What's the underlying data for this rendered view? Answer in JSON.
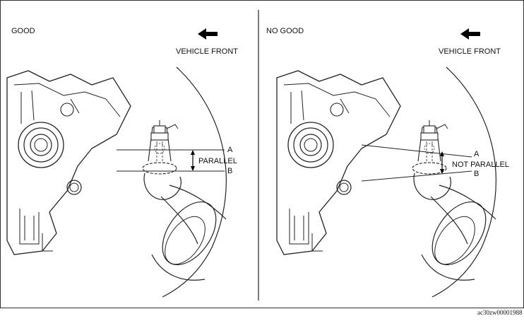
{
  "panels": [
    {
      "status": "GOOD",
      "front_label": "VEHICLE FRONT",
      "relation": "PARALLEL",
      "line_a": "A",
      "line_b": "B"
    },
    {
      "status": "NO GOOD",
      "front_label": "VEHICLE FRONT",
      "relation": "NOT PARALLEL",
      "line_a": "A",
      "line_b": "B"
    }
  ],
  "figure_code": "ac30zw00001988"
}
